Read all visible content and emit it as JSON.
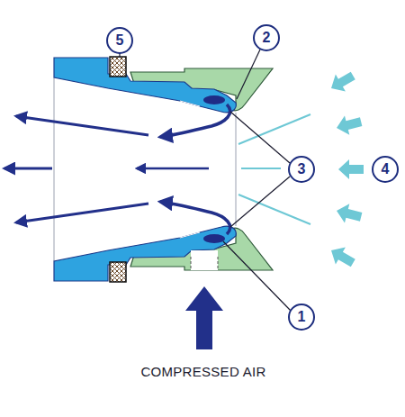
{
  "diagram": {
    "labels": [
      "5",
      "2",
      "3",
      "4",
      "1",
      "COMPRESSED AIR"
    ]
  }
}
